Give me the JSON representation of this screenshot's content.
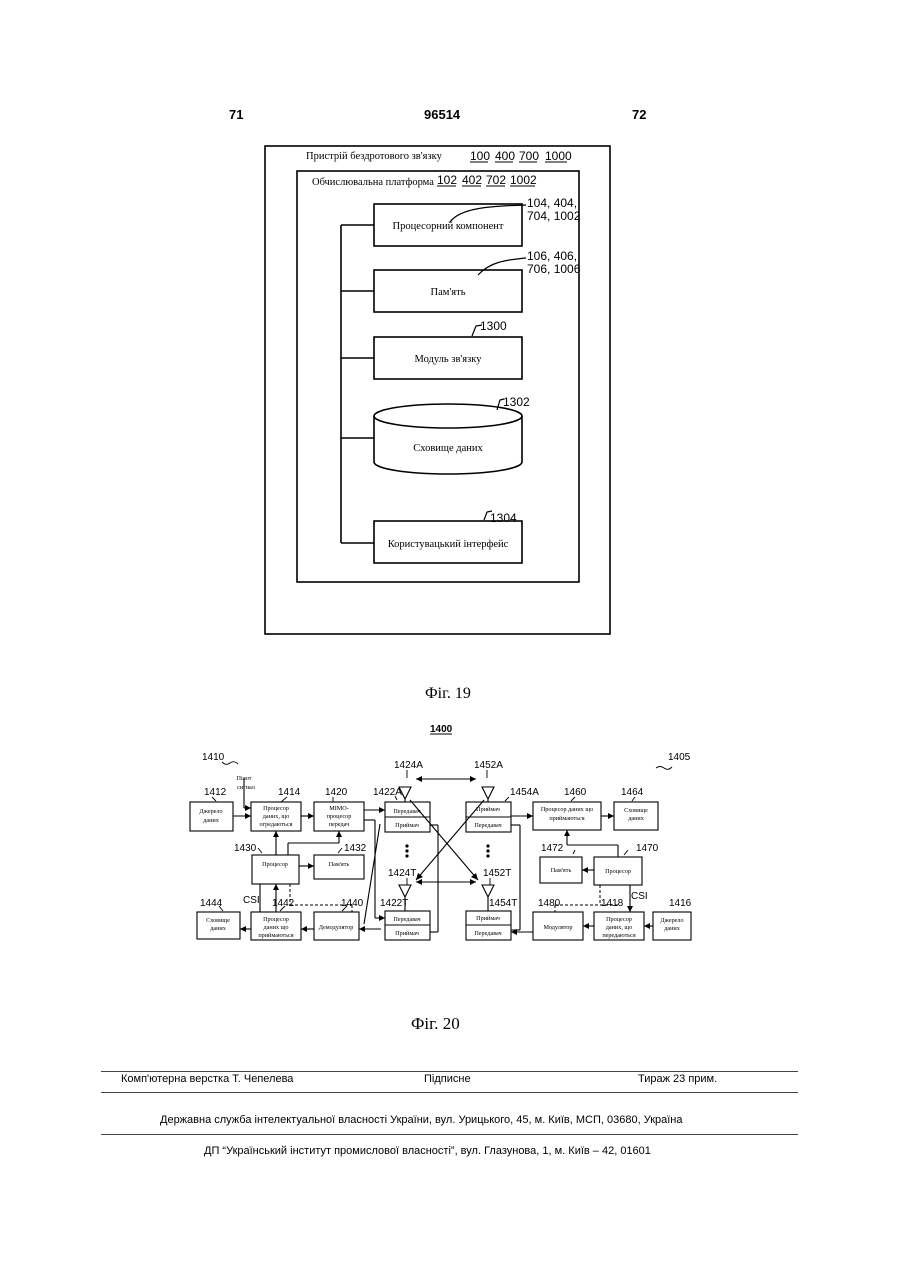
{
  "header": {
    "left_page": "71",
    "patent_number": "96514",
    "right_page": "72"
  },
  "fig19": {
    "outer_label": "Пристрій бездротового зв'язку",
    "outer_refs": [
      "100",
      "400",
      "700",
      "1000"
    ],
    "inner_label": "Обчислювальна платформа",
    "inner_refs": [
      "102",
      "402",
      "702",
      "1002"
    ],
    "blocks": {
      "processor": {
        "label": "Процесорний компонент",
        "ref_line1": "104, 404,",
        "ref_line2": "704, 1002"
      },
      "memory": {
        "label": "Пам'ять",
        "ref_line1": "106, 406,",
        "ref_line2": "706, 1006"
      },
      "comm": {
        "label": "Модуль зв'язку",
        "ref": "1300"
      },
      "storage": {
        "label": "Сховище даних",
        "ref": "1302"
      },
      "ui": {
        "label": "Користувацький інтерфейс",
        "ref": "1304"
      }
    },
    "caption": "Фіг. 19"
  },
  "fig20": {
    "title_ref": "1400",
    "left_system_ref": "1410",
    "right_system_ref": "1405",
    "pilot_line1": "Пілот",
    "pilot_line2": "сигнал",
    "csi": "CSI",
    "blocks": {
      "src1412": {
        "ref": "1412",
        "line1": "Джерело",
        "line2": "даних"
      },
      "txproc1414": {
        "ref": "1414",
        "line1": "Процесор",
        "line2": "даних, що",
        "line3": "огредаються"
      },
      "mimo1420": {
        "ref": "1420",
        "line1": "MIMO-",
        "line2": "процесор",
        "line3": "передач"
      },
      "proc1430": {
        "ref": "1430",
        "label": "Процесор"
      },
      "mem1432": {
        "ref": "1432",
        "label": "Пам'ять"
      },
      "sink1444": {
        "ref": "1444",
        "line1": "Сховище",
        "line2": "даних"
      },
      "rxproc1442": {
        "ref": "1442",
        "line1": "Процесор",
        "line2": "даних що",
        "line3": "приймаються"
      },
      "demod1440": {
        "ref": "1440",
        "label": "Демодулятор"
      },
      "tx1422a": {
        "ref": "1422A",
        "top": "Передавач",
        "bottom": "Приймач"
      },
      "tx1422t": {
        "ref": "1422T",
        "top": "Передавач",
        "bottom": "Приймач"
      },
      "rx1454a": {
        "ref": "1454A",
        "top": "Приймач",
        "bottom": "Передавач"
      },
      "rx1454t": {
        "ref": "1454T",
        "top": "Приймач",
        "bottom": "Передавач"
      },
      "rxproc1460": {
        "ref": "1460",
        "line1": "Процесор даних що",
        "line2": "приймаються"
      },
      "sink1464": {
        "ref": "1464",
        "line1": "Сховище",
        "line2": "даних"
      },
      "mem1472": {
        "ref": "1472",
        "label": "Пам'ять"
      },
      "proc1470": {
        "ref": "1470",
        "label": "Процесор"
      },
      "mod1480": {
        "ref": "1480",
        "label": "Модулятор"
      },
      "txproc1418": {
        "ref": "1418",
        "line1": "Процесор",
        "line2": "даних, що",
        "line3": "передаються"
      },
      "src1416": {
        "ref": "1416",
        "line1": "Джерело",
        "line2": "даних"
      }
    },
    "antennas": [
      "1424A",
      "1424T",
      "1452A",
      "1452T"
    ],
    "caption": "Фіг. 20"
  },
  "footer": {
    "layout": "Комп'ютерна верстка Т. Чепелева",
    "signed": "Підписне",
    "circulation": "Тираж 23 прим.",
    "agency": "Державна служба інтелектуальної власності України, вул. Урицького, 45, м. Київ, МСП, 03680, Україна",
    "institute": "ДП “Український інститут промислової власності”, вул. Глазунова, 1, м. Київ – 42, 01601"
  }
}
